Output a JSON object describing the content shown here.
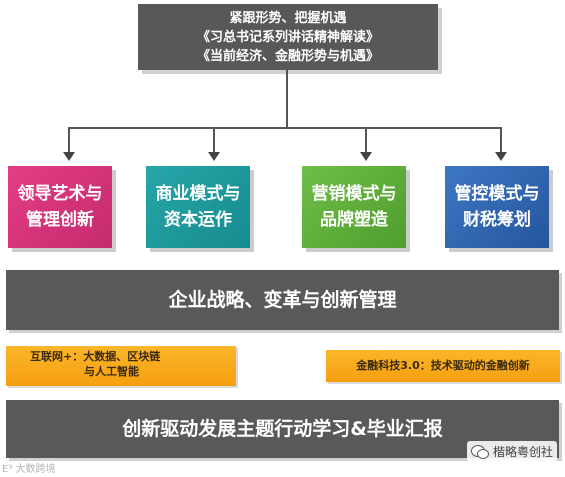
{
  "header": {
    "line1": "紧跟形势、把握机遇",
    "line2": "《习总书记系列讲话精神解读》",
    "line3": "《当前经济、金融形势与机遇》"
  },
  "modules": [
    {
      "line1": "领导艺术与",
      "line2": "管理创新",
      "color": "#d9347b"
    },
    {
      "line1": "商业模式与",
      "line2": "资本运作",
      "color": "#1f9a9d"
    },
    {
      "line1": "营销模式与",
      "line2": "品牌塑造",
      "color": "#5fb03b"
    },
    {
      "line1": "管控模式与",
      "line2": "财税筹划",
      "color": "#3167b3"
    }
  ],
  "strategy_band": "企业战略、变革与创新管理",
  "tags": {
    "internet_line1": "互联网+：大数据、区块链",
    "internet_line2": "与人工智能",
    "fintech": "金融科技3.0：技术驱动的金融创新"
  },
  "bottom_band": "创新驱动发展主题行动学习&毕业汇报",
  "brand": {
    "icon": "wechat-icon",
    "name": "楷略粤创社"
  },
  "watermark": "E⁹ 大数跨境",
  "colors": {
    "band": "#59595c",
    "tag": "#f7a81c"
  }
}
